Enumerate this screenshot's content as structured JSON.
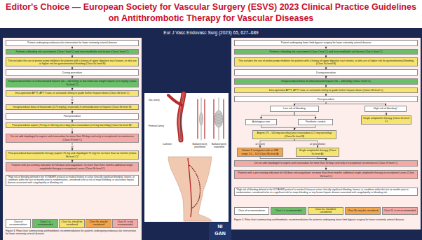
{
  "diagram": {
    "title": "Editor's Choice — European Society for Vascular Surgery (ESVS) 2023 Clinical Practice Guidelines on Antithrombotic Therapy for Vascular Diseases",
    "nodes": [
      {
        "text": [
          "Patient undergoing endovascular intervention for lower extremity arterial disease"
        ]
      },
      {
        "text": [
          "Perform a bleeding risk assessment (Class I level C) and treat modifiable risk factors (Class I level C)"
        ]
      },
      {
        "text": [
          "This includes the use of proton pump inhibitors for patients with a history of upper digestive tract lesions, or who are at higher risk for gastrointestinal bleeding (Class IIa level B)"
        ]
      },
      {
        "text": [
          "During procedure"
        ]
      },
      {
        "text": [
          "Intraprocedural bolus of unfractionated heparin (50 – 100 IU/kg) or low molecular weight heparin (0.5 mg/kg) (Class IIa level C)"
        ]
      },
      {
        "text": [
          "Intra-operative APTT, APTT ratio, or activated clotting to guide further heparin doses (Class IIb level C)"
        ]
      },
      {
        "text": [
          "Intraprocedural bolus of bivalirudin (0.75 mg/kg), especially if contraindication to heparin (Class IIb level B)"
        ]
      },
      {
        "text": [
          "Post-procedure"
        ]
      },
      {
        "text": [
          "Post-procedural aspirin (75 mg or 100 mg once day) plus rivaroxaban (2.5 mg twice/day) (Class IIa level B)*"
        ]
      },
      {
        "text": [
          "Do not add clopidogrel to aspirin and rivaroxaban for more than 30 days and only in exceptional circumstances (Class III level C)"
        ]
      },
      {
        "text": [
          "Post-procedural dual antiplatelet therapy (aspirin 75 mg and clopidogrel 75 mg) for no more than six months (Class IIb level C)*"
        ]
      },
      {
        "text": [
          "Patients with pre-existing indication for full dose anticoagulation: no more than three months additional single antiplatelet therapy in exceptional cases (Class IIb level C)"
        ]
      },
      {
        "text": [
          "*High risk of bleeding defined in the VOYAGER protocol as medical history or active clinically significant bleeding, lesions, or conditions within the last six months prior to randomisation, considered to be at risk of major bleeding, or any known hepatic disease associated with coagulopathy or bleeding risk."
        ]
      },
      {
        "text": [
          "Patient undergoing lower limb bypass surgery for lower extremity arterial disease"
        ]
      },
      {
        "text": [
          "Perform a bleeding risk assessment (Class I level C) and treat modifiable risk factors (Class I level C)"
        ]
      },
      {
        "text": [
          "This includes the use of proton pump inhibitors for patients with a history of upper digestive tract lesions, or who are at higher risk for gastrointestinal bleeding (Class IIa level B)"
        ]
      },
      {
        "text": [
          "During procedure"
        ]
      },
      {
        "text": [
          "Intraprocedural bolus of unfractionated heparin (50 – 100 IU/kg) (Class I level C)"
        ]
      },
      {
        "text": [
          "Intra-operative APTT, APTT ratio, or activated clotting to guide further heparin doses (Class IIb level C)"
        ]
      },
      {
        "text": [
          "Post-procedure"
        ]
      },
      {
        "text": [
          "Low risk of bleeding"
        ]
      },
      {
        "text": [
          "High risk of bleeding*"
        ]
      },
      {
        "text": [
          "Single antiplatelet therapy (Class IIa level C)"
        ]
      },
      {
        "text": [
          "Autologous vein"
        ]
      },
      {
        "text": [
          "Prosthetic conduit"
        ]
      },
      {
        "text": [
          "Aspirin (75 - 100 mg once/day) plus rivaroxaban (2.5 mg twice/day) (Class IIa level B)"
        ]
      },
      {
        "text": [
          "Vitamin K antagonist with an INR range 2.0 – 3.0 (Class IIb level A)"
        ]
      },
      {
        "text": [
          "Single antiplatelet therapy (Class IIa level A)"
        ]
      },
      {
        "text": [
          "Do not add clopidogrel to aspirin and rivaroxaban for more than 30 days and only in exceptional circumstances (Class III level C)"
        ]
      },
      {
        "text": [
          "Patients with a pre-existing indication for full dose anticoagulation: no more than three months additional single antiplatelet therapy in exceptional cases (Class IIb level C)"
        ]
      },
      {
        "text": [
          "*High risk of bleeding defined in the VOYAGER protocol as medical history or active clinically significant bleeding, lesions, or conditions within the last six months prior to randomisation, considered to be at a significant risk for major bleeding, or any known hepatic disease associated with coagulopathy or bleeding risk."
        ]
      }
    ],
    "edges": [
      {
        "from": 0,
        "to": 1,
        "arrow": "to"
      },
      {
        "from": 1,
        "to": 2,
        "arrow": "to"
      },
      {
        "from": 2,
        "to": 3,
        "arrow": "to"
      },
      {
        "from": 3,
        "to": 4,
        "arrow": "to"
      },
      {
        "from": 4,
        "to": 5,
        "arrow": "to"
      },
      {
        "from": 5,
        "to": 6,
        "label": "or",
        "arrow": "to"
      },
      {
        "from": 6,
        "to": 7,
        "arrow": "to"
      },
      {
        "from": 7,
        "to": 8,
        "arrow": "to"
      },
      {
        "from": 8,
        "to": 9,
        "arrow": "to"
      },
      {
        "from": 9,
        "to": 10,
        "label": "or",
        "arrow": "to"
      },
      {
        "from": 10,
        "to": 11,
        "arrow": "to"
      },
      {
        "from": 13,
        "to": 14,
        "arrow": "to"
      },
      {
        "from": 14,
        "to": 15,
        "arrow": "to"
      },
      {
        "from": 15,
        "to": 16,
        "arrow": "to"
      },
      {
        "from": 16,
        "to": 17,
        "arrow": "to"
      },
      {
        "from": 17,
        "to": 18,
        "arrow": "to"
      },
      {
        "from": 18,
        "to": 19,
        "arrow": "to"
      },
      {
        "from": 19,
        "to": 20,
        "arrow": "to"
      },
      {
        "from": 19,
        "to": 21,
        "arrow": "to"
      },
      {
        "from": 21,
        "to": 22,
        "arrow": "to"
      },
      {
        "from": 20,
        "to": 23,
        "arrow": "to"
      },
      {
        "from": 20,
        "to": 24,
        "arrow": "to"
      },
      {
        "from": 23,
        "to": 25,
        "arrow": "to"
      },
      {
        "from": 24,
        "to": 25,
        "arrow": "to"
      },
      {
        "from": 25,
        "to": 26,
        "label": "or (vein)",
        "arrow": "to"
      },
      {
        "from": 25,
        "to": 27,
        "label": "or (prosthetic)",
        "arrow": "to"
      },
      {
        "from": 26,
        "to": 28,
        "arrow": "to"
      },
      {
        "from": 27,
        "to": 28,
        "arrow": "to"
      },
      {
        "from": 28,
        "to": 29,
        "arrow": "to"
      }
    ],
    "labels": [
      "Eur J Vasc Endovasc Surg (2023) 65, 627–689",
      "Iliac artery",
      "Femoral artery",
      "Catheter",
      "Balloon(stent) positioned",
      "Balloon(stent) expanded",
      "Class of recommendation",
      "Class of recommendation",
      "Figure 3. Flow chart summarising antithrombotic recommendations for patients undergoing endovascular intervention for lower extremity arterial disease.",
      "Figure 4. Flow chart summarising antithrombotic recommendations for patients undergoing lower limb bypass surgery for lower extremity arterial disease.",
      "NI",
      "GAN"
    ],
    "legend": [
      {
        "text": "Class I, is recommended",
        "color": "#6cbf6a"
      },
      {
        "text": "Class IIa, should be considered",
        "color": "#f6e46e"
      },
      {
        "text": "Class IIb, may be considered",
        "color": "#f3a54c"
      },
      {
        "text": "Class III, is not recommended",
        "color": "#f5a9a6"
      },
      {
        "text": "Class I, is recommended",
        "color": "#6cbf6a"
      },
      {
        "text": "Class IIa, should be considered",
        "color": "#f6e46e"
      },
      {
        "text": "Class IIb, may be considered",
        "color": "#f3a54c"
      },
      {
        "text": "Class III, is not recommended",
        "color": "#f5a9a6"
      }
    ]
  }
}
